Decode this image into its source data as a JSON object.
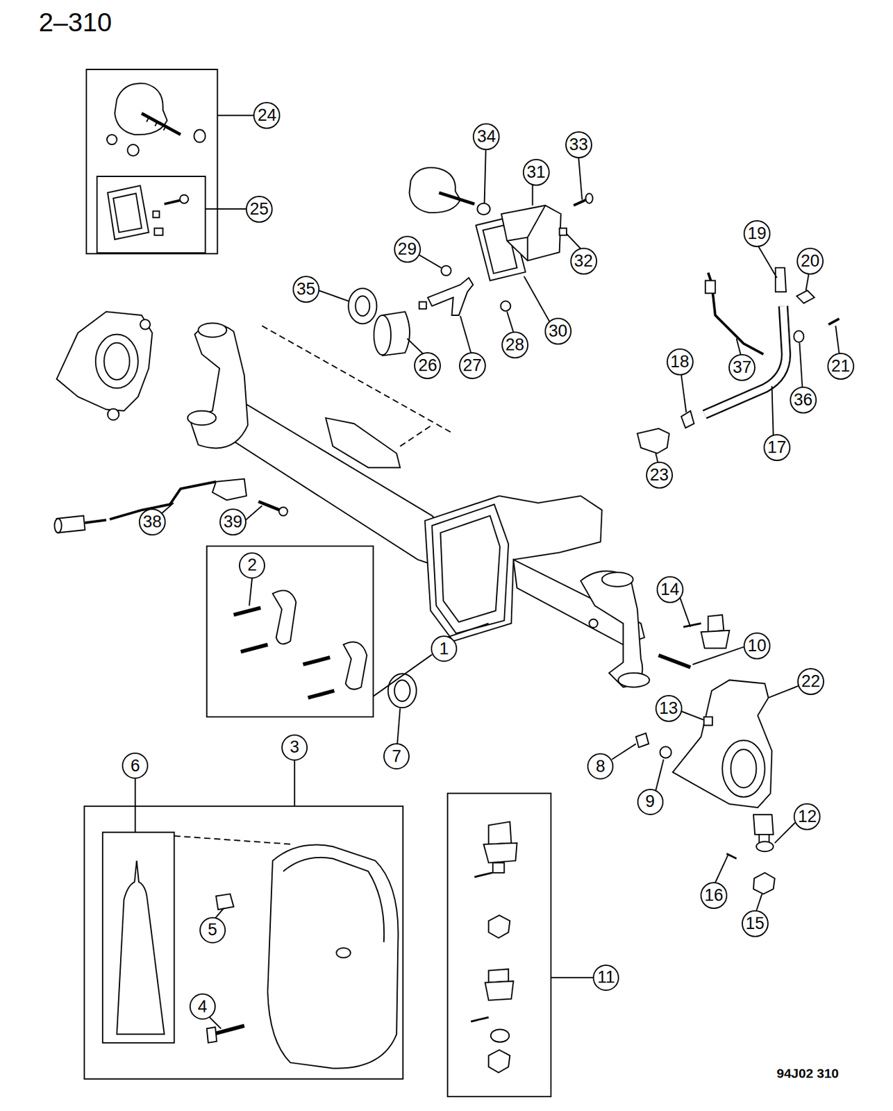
{
  "diagram": {
    "nodes": [
      {
        "text": [
          "1"
        ]
      },
      {
        "text": [
          "2"
        ]
      },
      {
        "text": [
          "3"
        ]
      },
      {
        "text": [
          "4"
        ]
      },
      {
        "text": [
          "5"
        ]
      },
      {
        "text": [
          "6"
        ]
      },
      {
        "text": [
          "7"
        ]
      },
      {
        "text": [
          "8"
        ]
      },
      {
        "text": [
          "9"
        ]
      },
      {
        "text": [
          "10"
        ]
      },
      {
        "text": [
          "11"
        ]
      },
      {
        "text": [
          "12"
        ]
      },
      {
        "text": [
          "13"
        ]
      },
      {
        "text": [
          "14"
        ]
      },
      {
        "text": [
          "15"
        ]
      },
      {
        "text": [
          "16"
        ]
      },
      {
        "text": [
          "17"
        ]
      },
      {
        "text": [
          "18"
        ]
      },
      {
        "text": [
          "19"
        ]
      },
      {
        "text": [
          "20"
        ]
      },
      {
        "text": [
          "21"
        ]
      },
      {
        "text": [
          "22"
        ]
      },
      {
        "text": [
          "23"
        ]
      },
      {
        "text": [
          "24"
        ]
      },
      {
        "text": [
          "25"
        ]
      },
      {
        "text": [
          "26"
        ]
      },
      {
        "text": [
          "27"
        ]
      },
      {
        "text": [
          "28"
        ]
      },
      {
        "text": [
          "29"
        ]
      },
      {
        "text": [
          "30"
        ]
      },
      {
        "text": [
          "31"
        ]
      },
      {
        "text": [
          "32"
        ]
      },
      {
        "text": [
          "33"
        ]
      },
      {
        "text": [
          "34"
        ]
      },
      {
        "text": [
          "35"
        ]
      },
      {
        "text": [
          "36"
        ]
      },
      {
        "text": [
          "37"
        ]
      },
      {
        "text": [
          "38"
        ]
      },
      {
        "text": [
          "39"
        ]
      }
    ],
    "labels": [
      "2–310",
      "94J02 310"
    ]
  }
}
